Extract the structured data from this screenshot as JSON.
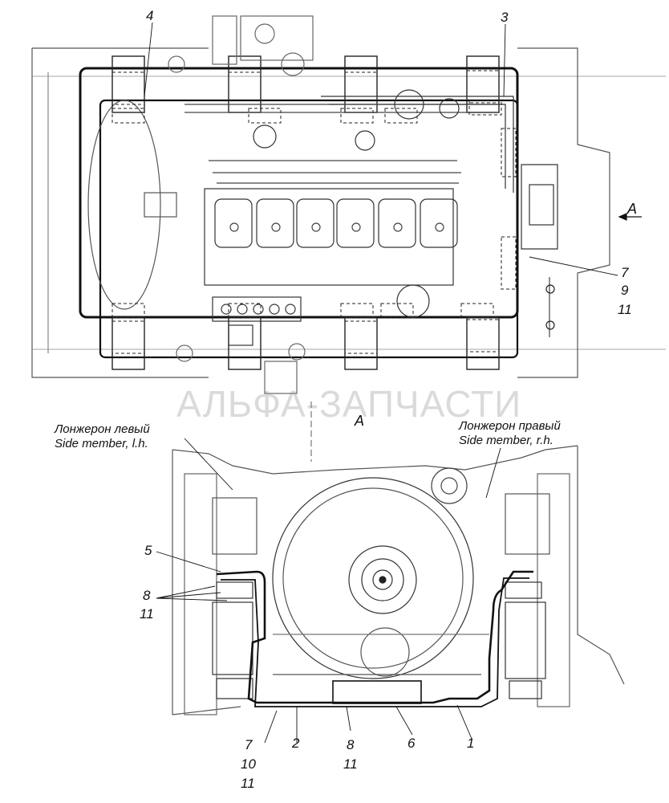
{
  "callouts": {
    "top_4": "4",
    "top_3": "3",
    "top_7": "7",
    "top_9": "9",
    "top_11": "11",
    "bottom_5": "5",
    "bottom_8": "8",
    "bottom_11": "11",
    "bottom_7": "7",
    "bottom_10": "10",
    "bottom_11b": "11",
    "bottom_2": "2",
    "bottom_8b": "8",
    "bottom_11c": "11",
    "bottom_6": "6",
    "bottom_1": "1"
  },
  "view": {
    "arrow_label": "A",
    "section_label": "A"
  },
  "side_members": {
    "left_ru": "Лонжерон левый",
    "left_en": "Side member, l.h.",
    "right_ru": "Лонжерон правый",
    "right_en": "Side member, r.h."
  },
  "watermark": "АЛЬФА-ЗАПЧАСТИ",
  "colors": {
    "line": "#222222",
    "light_line": "#777777",
    "background": "#ffffff"
  }
}
